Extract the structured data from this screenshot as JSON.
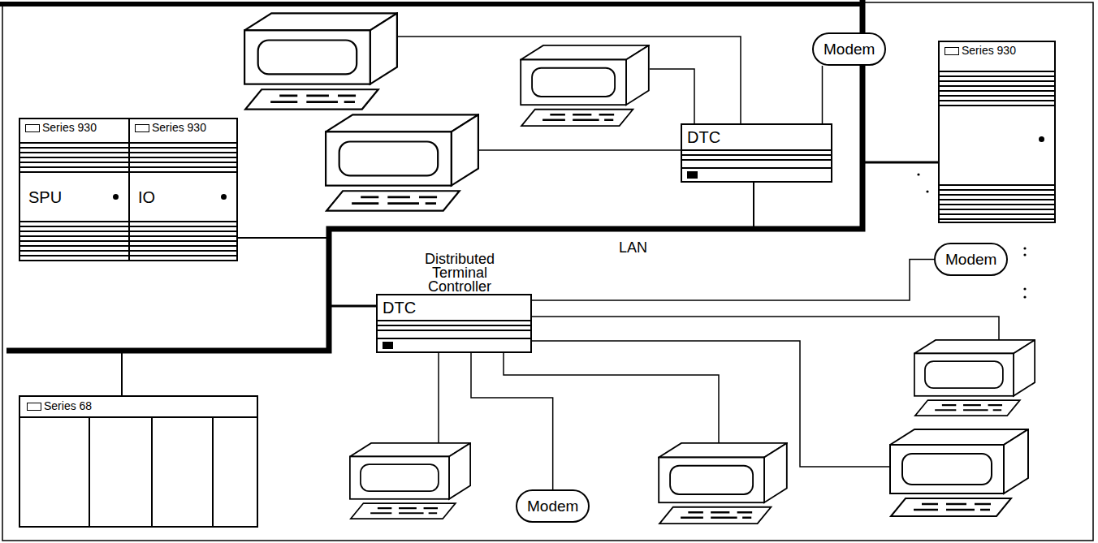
{
  "diagram": {
    "nodes": [
      {
        "text": [
          "Series 930",
          "SPU"
        ]
      },
      {
        "text": [
          "Series 930",
          "IO"
        ]
      },
      {
        "text": [
          "Modem"
        ]
      },
      {
        "text": [
          "DTC"
        ]
      },
      {
        "text": [
          "Series 930"
        ]
      },
      {
        "text": [
          "Distributed Terminal Controller",
          "DTC"
        ]
      },
      {
        "text": [
          "Modem"
        ]
      },
      {
        "text": [
          "Series 68"
        ]
      },
      {
        "text": [
          "Modem"
        ]
      }
    ],
    "edges": [
      {
        "from": 3,
        "to": 2,
        "arrow": "none"
      },
      {
        "from": 5,
        "to": 6,
        "arrow": "none"
      },
      {
        "from": 5,
        "to": 8,
        "arrow": "none"
      }
    ],
    "labels": [
      "LAN"
    ]
  }
}
